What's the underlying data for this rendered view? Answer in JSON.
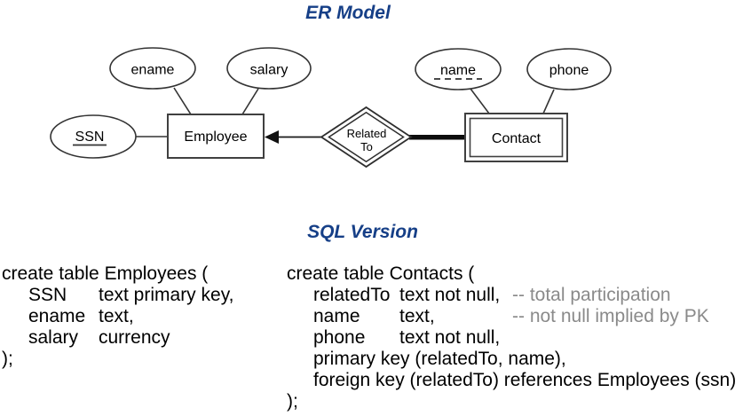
{
  "er_model": {
    "title": "ER Model",
    "attributes": {
      "ename": "ename",
      "salary": "salary",
      "ssn": "SSN",
      "name": "name",
      "phone": "phone"
    },
    "entities": {
      "employee": "Employee",
      "contact": "Contact"
    },
    "relationship": {
      "line1": "Related",
      "line2": "To"
    }
  },
  "sql_version": {
    "title": "SQL Version",
    "employees_table": {
      "open": "create table Employees (",
      "rows": [
        {
          "col1": "SSN",
          "col2": "text primary key,"
        },
        {
          "col1": "ename",
          "col2": "text,"
        },
        {
          "col1": "salary",
          "col2": "currency"
        }
      ],
      "close": ");"
    },
    "contacts_table": {
      "open": "create table Contacts (",
      "rows": [
        {
          "col1": "relatedTo",
          "col2": "text not null,",
          "comment": "-- total participation"
        },
        {
          "col1": "name",
          "col2": "text,",
          "comment": "-- not null implied by PK"
        },
        {
          "col1": "phone",
          "col2": "text not null,",
          "comment": ""
        }
      ],
      "constraints": [
        "primary key (relatedTo, name),",
        "foreign key (relatedTo) references Employees (ssn)"
      ],
      "close": ");"
    }
  },
  "colors": {
    "title_blue": "#163f87",
    "comment_gray": "#8a8a8a",
    "diagram_stroke": "#333333",
    "text_black": "#000000"
  }
}
